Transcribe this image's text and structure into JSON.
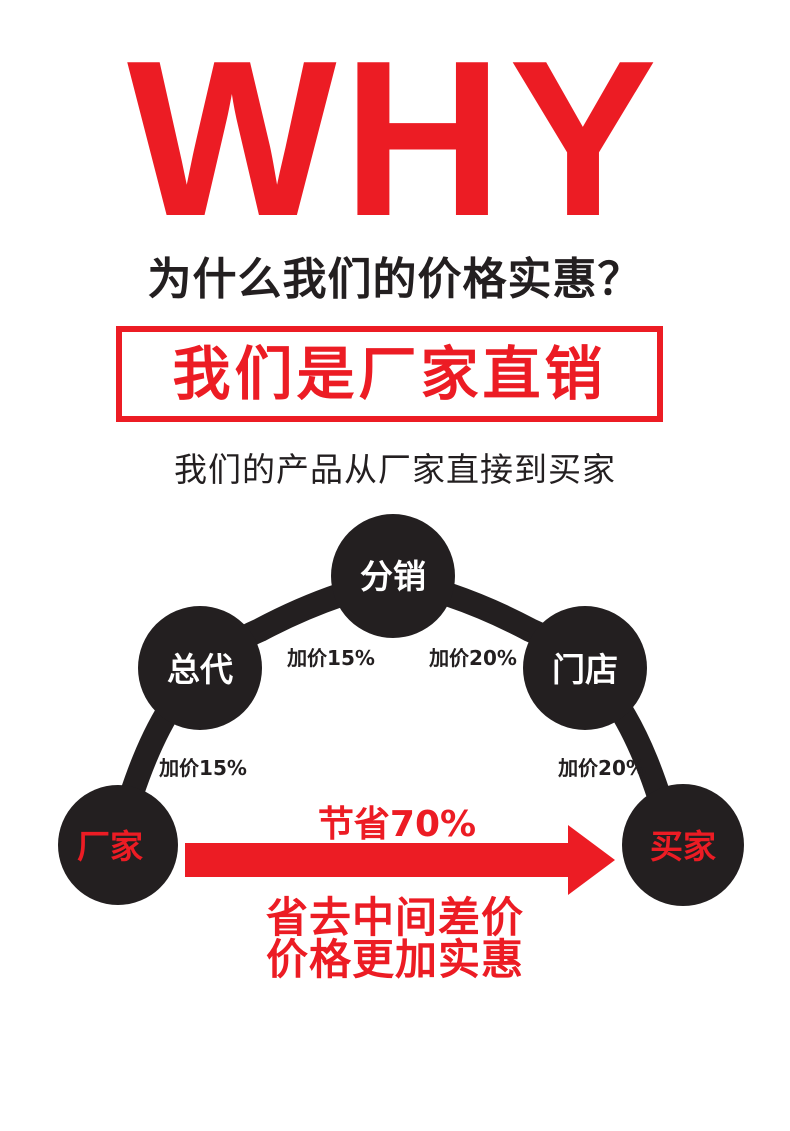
{
  "headline": {
    "why": "WHY",
    "question": "为什么我们的价格实惠？",
    "answer": "我们是厂家直销",
    "subline": "我们的产品从厂家直接到买家"
  },
  "diagram": {
    "nodes": {
      "factory": "厂家",
      "general_agent": "总代",
      "distribution": "分销",
      "store": "门店",
      "buyer": "买家"
    },
    "markups": {
      "factory_to_agent": "加价15%",
      "agent_to_distribution": "加价15%",
      "distribution_to_store": "加价20%",
      "store_to_buyer": "加价20%"
    },
    "savings": "节省70%"
  },
  "bottom": {
    "line1": "省去中间差价",
    "line2": "价格更加实惠"
  },
  "colors": {
    "red": "#ec1c24",
    "dark": "#231f20"
  }
}
